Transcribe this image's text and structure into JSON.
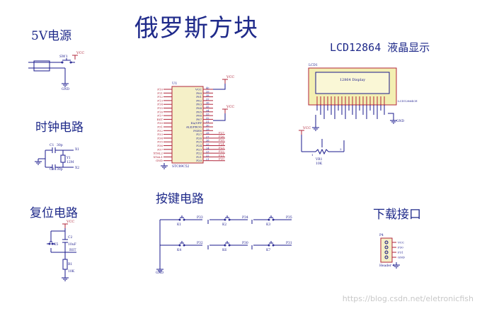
{
  "title": "俄罗斯方块",
  "sections": {
    "power": "5V电源",
    "clock": "时钟电路",
    "reset": "复位电路",
    "keys": "按键电路",
    "lcd": "LCD12864  液晶显示",
    "download": "下载接口"
  },
  "watermark": "https://blog.csdn.net/eletronicfish",
  "schematic": {
    "power": {
      "switch": "SW1",
      "vcc": "VCC",
      "gnd": "GND"
    },
    "mcu": {
      "ref": "U1",
      "part": "STC89C52",
      "left_pins": [
        "P10",
        "P11",
        "P12",
        "P13",
        "P14",
        "P15",
        "P16",
        "P17",
        "RST",
        "P30",
        "P31",
        "P32",
        "P33",
        "P34",
        "P35",
        "P36",
        "P37",
        "XTAL2",
        "XTAL1",
        "GND"
      ],
      "right_pins": [
        "VCC",
        "P00",
        "P01",
        "P02",
        "P03",
        "P04",
        "P05",
        "P06",
        "P07",
        "EA/VPP",
        "ALE/PROG",
        "PSEN",
        "P27",
        "P26",
        "P25",
        "P24",
        "P23",
        "P22",
        "P21",
        "P20"
      ],
      "right_nums": [
        "40",
        "39",
        "38",
        "37",
        "36",
        "35",
        "34",
        "33",
        "32",
        "31",
        "30",
        "29",
        "28",
        "27",
        "26",
        "25",
        "24",
        "23",
        "22",
        "21"
      ],
      "net_labels": [
        "P27",
        "P26",
        "P25",
        "P24",
        "P23",
        "P22",
        "P21",
        "P20"
      ]
    },
    "clock": {
      "c1": "C1",
      "c1v": "30p",
      "c3": "C3",
      "c3v": "30p",
      "y1": "Y1",
      "y1v": "12M",
      "x1": "X1",
      "x2": "X2"
    },
    "reset": {
      "k": "K5",
      "c2": "C2",
      "c2v": "10uF",
      "rst": "RST",
      "r": "R1",
      "rv": "10K",
      "vcc": "VCC"
    },
    "lcd": {
      "ref": "LCD1",
      "display": "12864 Display",
      "part": "LCD12864CE",
      "vr": "VR1",
      "vrv": "10K",
      "gnd": "GND",
      "vcc": "VCC"
    },
    "keys": {
      "row1": [
        {
          "k": "K1",
          "p": "P33"
        },
        {
          "k": "K2",
          "p": "P34"
        },
        {
          "k": "K3",
          "p": "P35"
        }
      ],
      "row2": [
        {
          "k": "K4",
          "p": "P32"
        },
        {
          "k": "K6",
          "p": "P30"
        },
        {
          "k": "K7",
          "p": "P31"
        }
      ],
      "gnd": "GND"
    },
    "download": {
      "ref": "P4",
      "part": "Header 4",
      "pins": [
        "VCC",
        "P30",
        "P31",
        "GND"
      ]
    }
  },
  "colors": {
    "text": "#1f2a8a",
    "wire": "#1a1a8c",
    "pin": "#b0263a",
    "body": "#f5f0c8",
    "lcd": "#f3efb2"
  }
}
